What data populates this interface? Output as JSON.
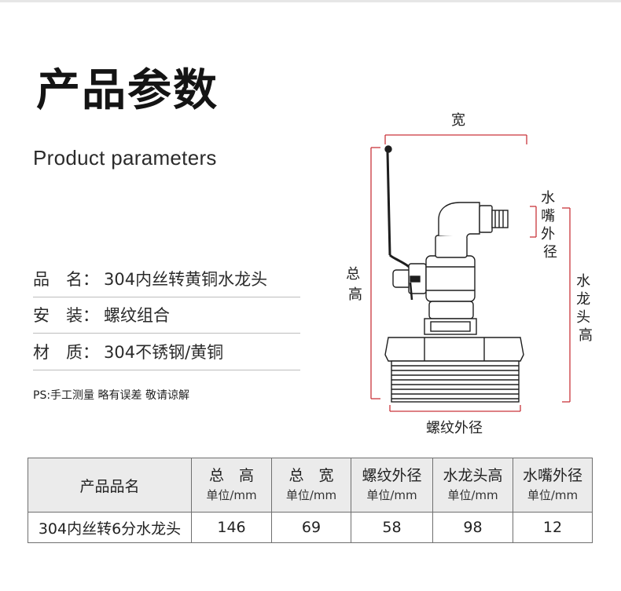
{
  "header": {
    "title_cn": "产品参数",
    "title_en": "Product parameters"
  },
  "specs": [
    {
      "label": "品　名：",
      "value": "304内丝转黄铜水龙头"
    },
    {
      "label": "安　装：",
      "value": "螺纹组合"
    },
    {
      "label": "材　质：",
      "value": "304不锈钢/黄铜"
    }
  ],
  "note": "PS:手工测量 略有误差 敬请谅解",
  "diagram": {
    "width_label": "宽",
    "total_height_label_1": "总",
    "total_height_label_2": "高",
    "nozzle_label_1": "水",
    "nozzle_label_2": "嘴",
    "nozzle_label_3": "外",
    "nozzle_label_4": "径",
    "tap_height_label_1": "水",
    "tap_height_label_2": "龙",
    "tap_height_label_3": "头",
    "tap_height_label_4": "高",
    "thread_label": "螺纹外径",
    "accent_color": "#c9353b"
  },
  "table": {
    "name_header": "产品品名",
    "columns": [
      {
        "title": "总　高",
        "unit": "单位/mm"
      },
      {
        "title": "总　宽",
        "unit": "单位/mm"
      },
      {
        "title": "螺纹外径",
        "unit": "单位/mm"
      },
      {
        "title": "水龙头高",
        "unit": "单位/mm"
      },
      {
        "title": "水嘴外径",
        "unit": "单位/mm"
      }
    ],
    "row": {
      "name": "304内丝转6分水龙头",
      "values": [
        "146",
        "69",
        "58",
        "98",
        "12"
      ]
    }
  }
}
